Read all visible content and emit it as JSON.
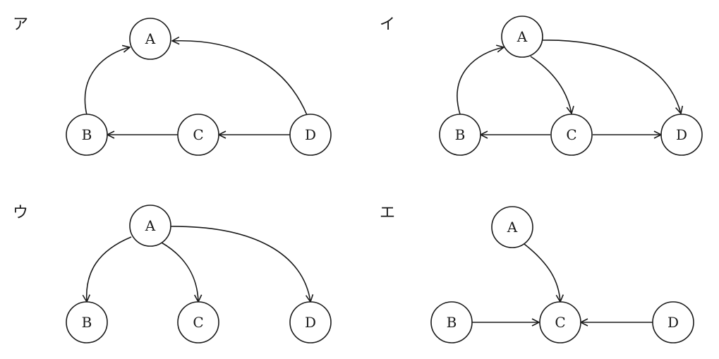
{
  "colors": {
    "ink": "#1a1a1a",
    "background": "#ffffff"
  },
  "panels": [
    {
      "label": "ア",
      "nodes": [
        "A",
        "B",
        "C",
        "D"
      ],
      "edges": [
        {
          "from": "B",
          "to": "A"
        },
        {
          "from": "D",
          "to": "A"
        },
        {
          "from": "C",
          "to": "B"
        },
        {
          "from": "D",
          "to": "C"
        }
      ]
    },
    {
      "label": "イ",
      "nodes": [
        "A",
        "B",
        "C",
        "D"
      ],
      "edges": [
        {
          "from": "B",
          "to": "A"
        },
        {
          "from": "A",
          "to": "C"
        },
        {
          "from": "A",
          "to": "D"
        },
        {
          "from": "C",
          "to": "B"
        },
        {
          "from": "C",
          "to": "D"
        }
      ]
    },
    {
      "label": "ウ",
      "nodes": [
        "A",
        "B",
        "C",
        "D"
      ],
      "edges": [
        {
          "from": "A",
          "to": "B"
        },
        {
          "from": "A",
          "to": "C"
        },
        {
          "from": "A",
          "to": "D"
        }
      ]
    },
    {
      "label": "エ",
      "nodes": [
        "A",
        "B",
        "C",
        "D"
      ],
      "edges": [
        {
          "from": "A",
          "to": "C"
        },
        {
          "from": "B",
          "to": "C"
        },
        {
          "from": "D",
          "to": "C"
        }
      ]
    }
  ]
}
